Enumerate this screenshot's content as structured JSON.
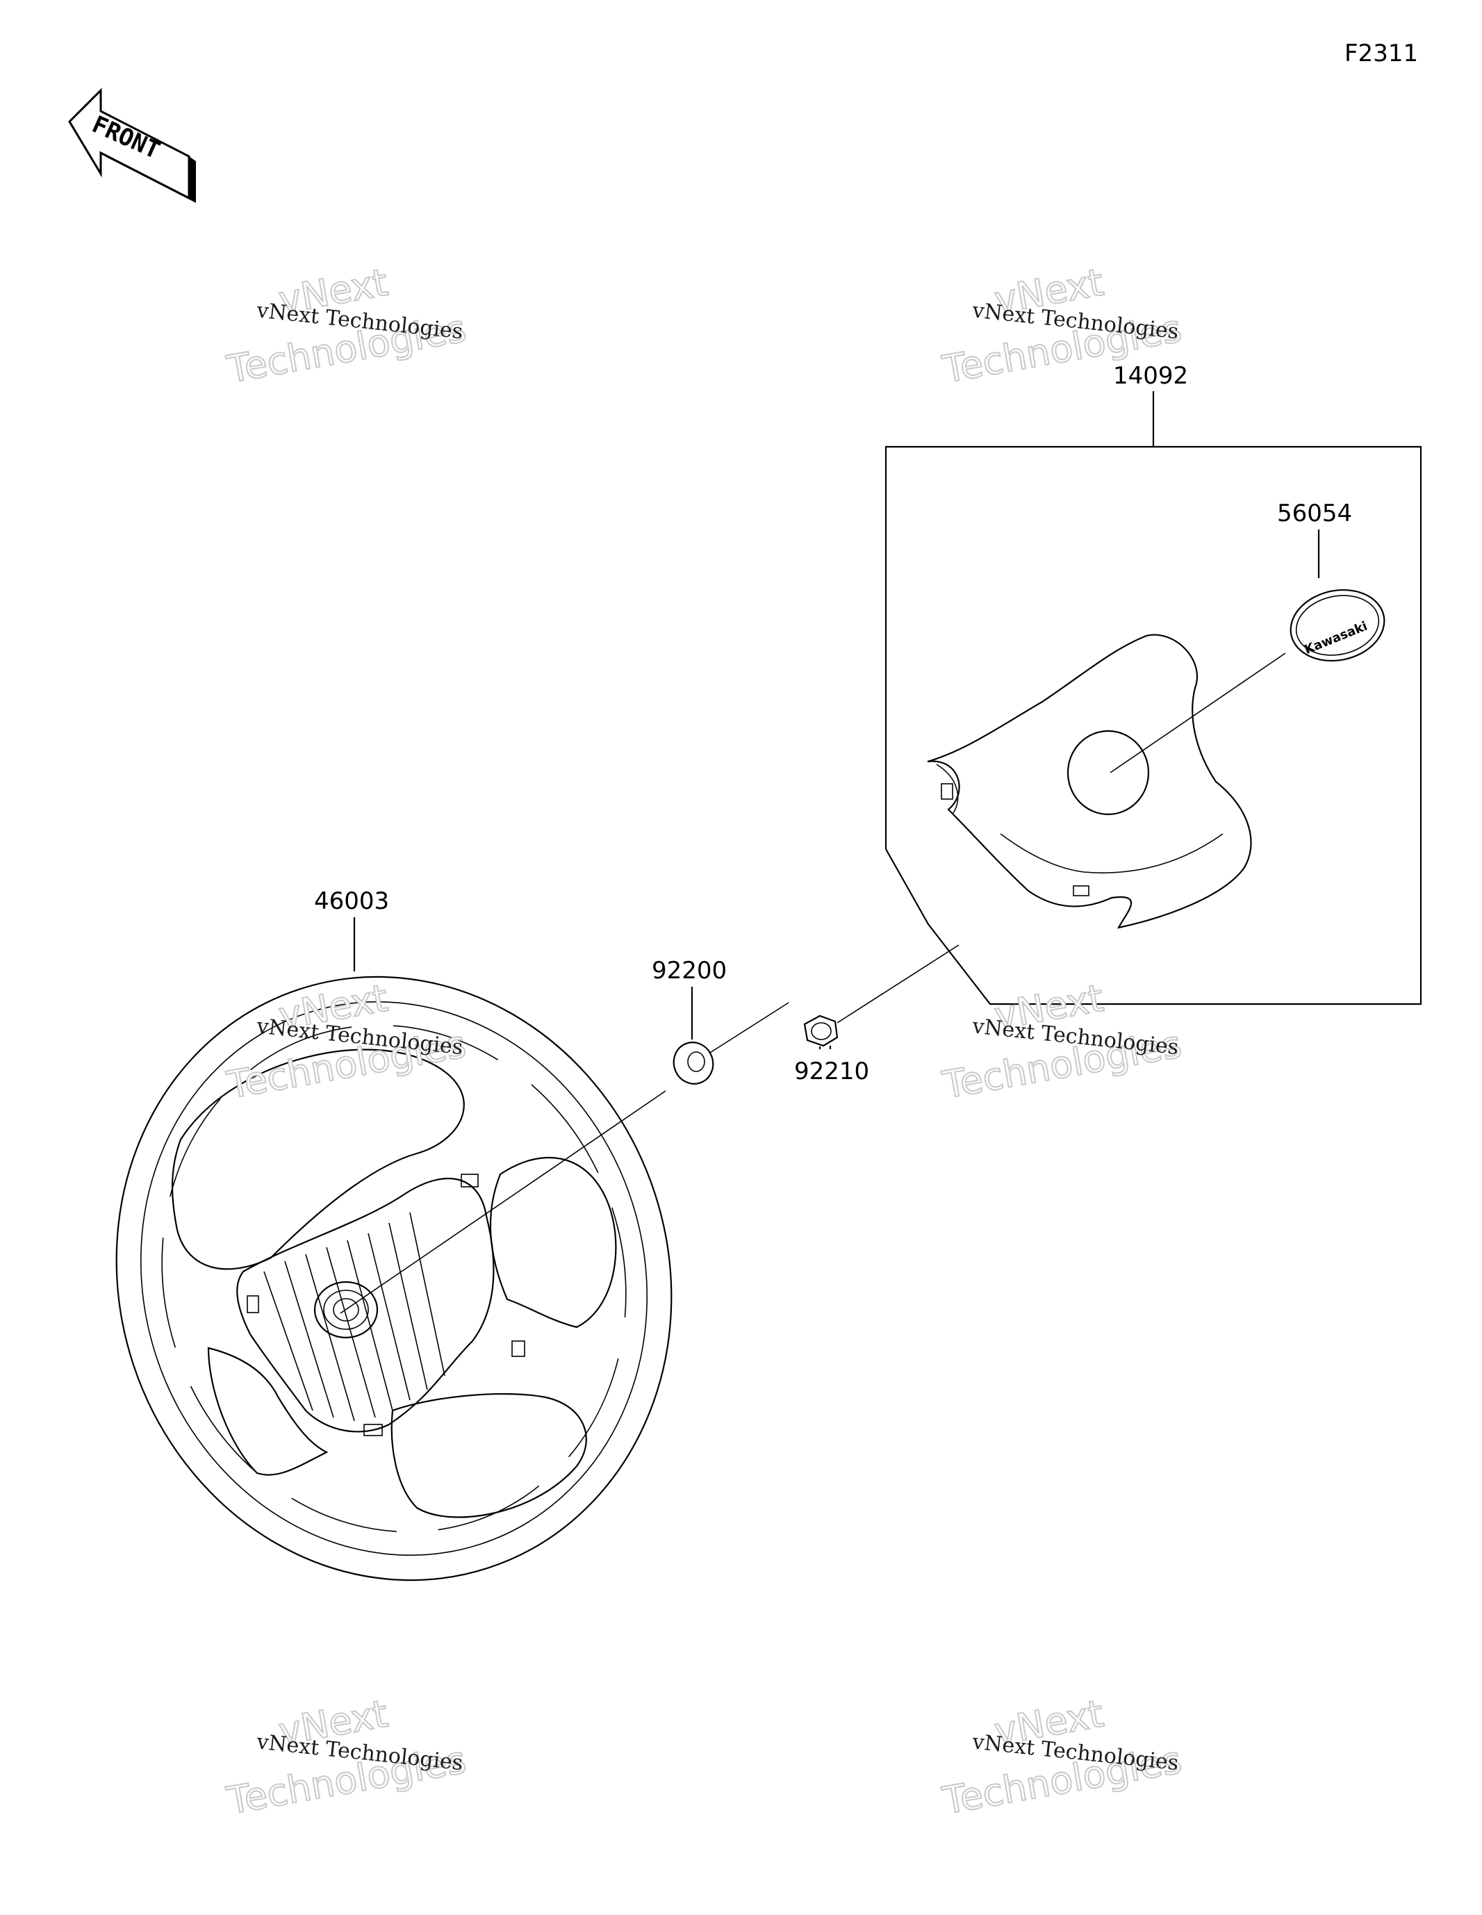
{
  "diagram_code": "F2311",
  "front_label": "FRONT",
  "parts": {
    "kit": "14092",
    "emblem": "56054",
    "steering_wheel": "46003",
    "washer": "92200",
    "nut": "92210"
  },
  "emblem_text": "Kawasaki",
  "watermark": {
    "line1": "vNext",
    "line2": "Technologies",
    "small": "vNext Technologies"
  }
}
